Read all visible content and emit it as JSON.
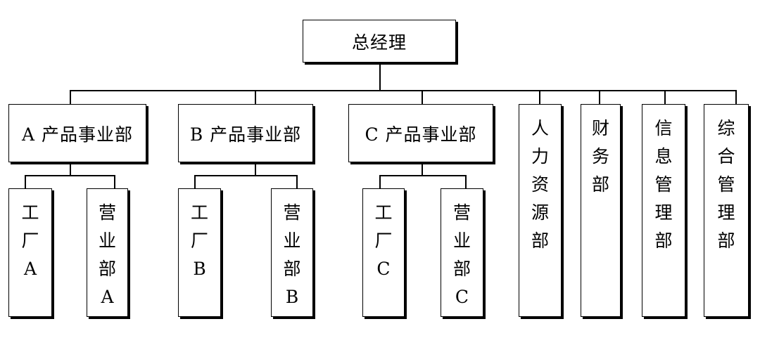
{
  "org_chart": {
    "root": {
      "label": "总经理"
    },
    "divisions": [
      {
        "label": "A 产品事业部",
        "units": [
          {
            "label": "工厂A",
            "chars": [
              "工",
              "厂",
              "A"
            ]
          },
          {
            "label": "营业部A",
            "chars": [
              "营",
              "业",
              "部",
              "A"
            ]
          }
        ]
      },
      {
        "label": "B 产品事业部",
        "units": [
          {
            "label": "工厂B",
            "chars": [
              "工",
              "厂",
              "B"
            ]
          },
          {
            "label": "营业部B",
            "chars": [
              "营",
              "业",
              "部",
              "B"
            ]
          }
        ]
      },
      {
        "label": "C 产品事业部",
        "units": [
          {
            "label": "工厂C",
            "chars": [
              "工",
              "厂",
              "C"
            ]
          },
          {
            "label": "营业部C",
            "chars": [
              "营",
              "业",
              "部",
              "C"
            ]
          }
        ]
      }
    ],
    "staff_departments": [
      {
        "label": "人力资源部",
        "chars": [
          "人",
          "力",
          "资",
          "源",
          "部"
        ]
      },
      {
        "label": "财务部",
        "chars": [
          "财",
          "务",
          "部"
        ]
      },
      {
        "label": "信息管理部",
        "chars": [
          "信",
          "息",
          "管",
          "理",
          "部"
        ]
      },
      {
        "label": "综合管理部",
        "chars": [
          "综",
          "合",
          "管",
          "理",
          "部"
        ]
      }
    ]
  }
}
